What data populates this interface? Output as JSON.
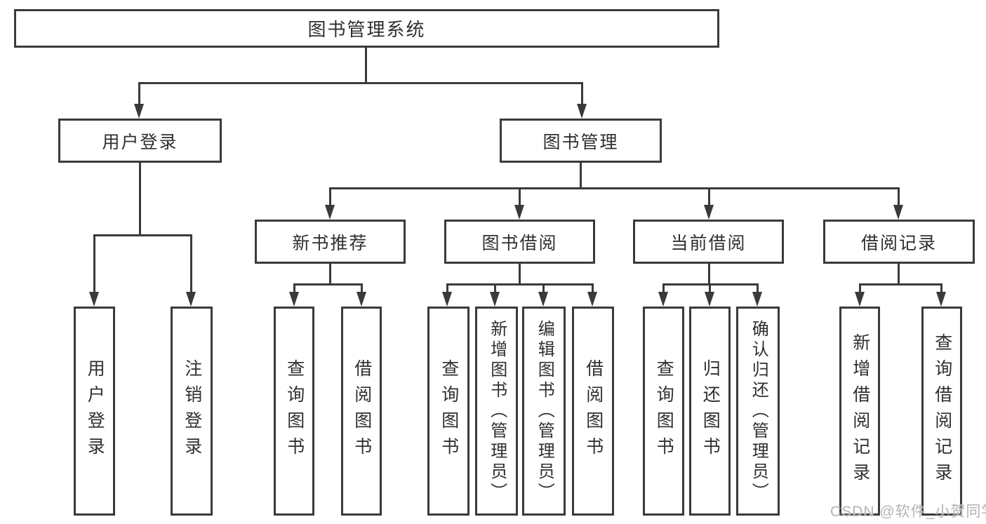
{
  "nodes": {
    "root": {
      "label": "图书管理系统"
    },
    "level2": [
      {
        "label": "用户登录"
      },
      {
        "label": "图书管理"
      }
    ],
    "level3": [
      {
        "label": "新书推荐"
      },
      {
        "label": "图书借阅"
      },
      {
        "label": "当前借阅"
      },
      {
        "label": "借阅记录"
      }
    ],
    "leaves": [
      {
        "label": "用户登录"
      },
      {
        "label": "注销登录"
      },
      {
        "label": "查询图书"
      },
      {
        "label": "借阅图书"
      },
      {
        "label": "查询图书"
      },
      {
        "label": "新增图书（管理员）"
      },
      {
        "label": "编辑图书（管理员）"
      },
      {
        "label": "借阅图书"
      },
      {
        "label": "查询图书"
      },
      {
        "label": "归还图书"
      },
      {
        "label": "确认归还（管理员）"
      },
      {
        "label": "新增借阅记录"
      },
      {
        "label": "查询借阅记录"
      }
    ]
  },
  "watermark": {
    "text": "CSDN @软件_小贺同学"
  },
  "colors": {
    "line": "#3a3a3a",
    "text": "#2f2f2f",
    "watermark": "#b3b3b3",
    "background": "#ffffff"
  }
}
